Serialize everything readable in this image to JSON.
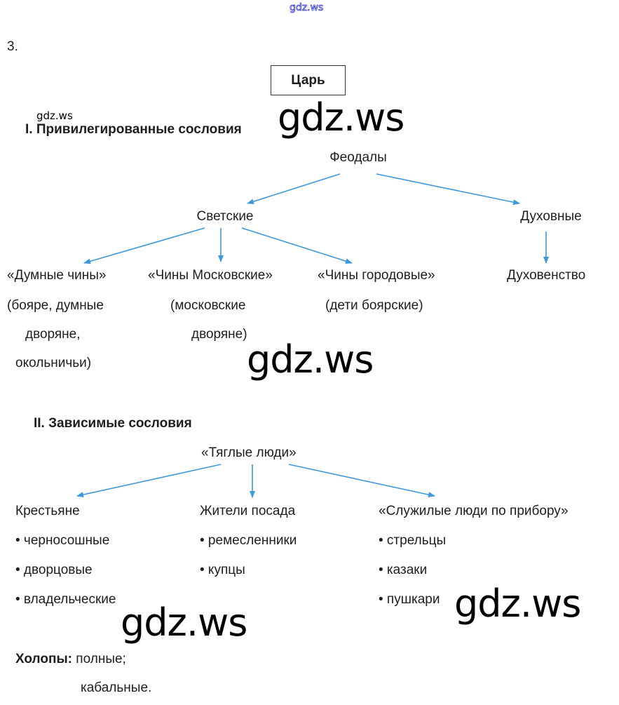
{
  "watermarks": {
    "top": "gdz.ws",
    "small": "gdz.ws",
    "large": "gdz.ws"
  },
  "task_number": "3.",
  "root": "Царь",
  "section1": {
    "title": "I. Привилегированные сословия",
    "root": "Феодалы",
    "branches": [
      "Светские",
      "Духовные"
    ],
    "secular": [
      {
        "title": "«Думные чины»",
        "lines": [
          "(бояре, думные",
          "дворяне,",
          "окольничьи)"
        ]
      },
      {
        "title": "«Чины Московские»",
        "lines": [
          "(московские",
          "дворяне)"
        ]
      },
      {
        "title": "«Чины городовые»",
        "lines": [
          "(дети боярские)"
        ]
      }
    ],
    "clergy": "Духовенство"
  },
  "section2": {
    "title": "II. Зависимые сословия",
    "root": "«Тяглые люди»",
    "columns": [
      {
        "title": "Крестьяне",
        "items": [
          "• черносошные",
          "• дворцовые",
          "• владельческие"
        ]
      },
      {
        "title": "Жители посада",
        "items": [
          "• ремесленники",
          "• купцы"
        ]
      },
      {
        "title": "«Служилые люди по прибору»",
        "items": [
          "• стрельцы",
          "• казаки",
          "• пушкари"
        ]
      }
    ],
    "serfs_label": "Холопы:",
    "serfs_types": [
      "полные;",
      "кабальные."
    ]
  },
  "colors": {
    "arrow": "#3a98dc",
    "text": "#1e1e1e"
  }
}
